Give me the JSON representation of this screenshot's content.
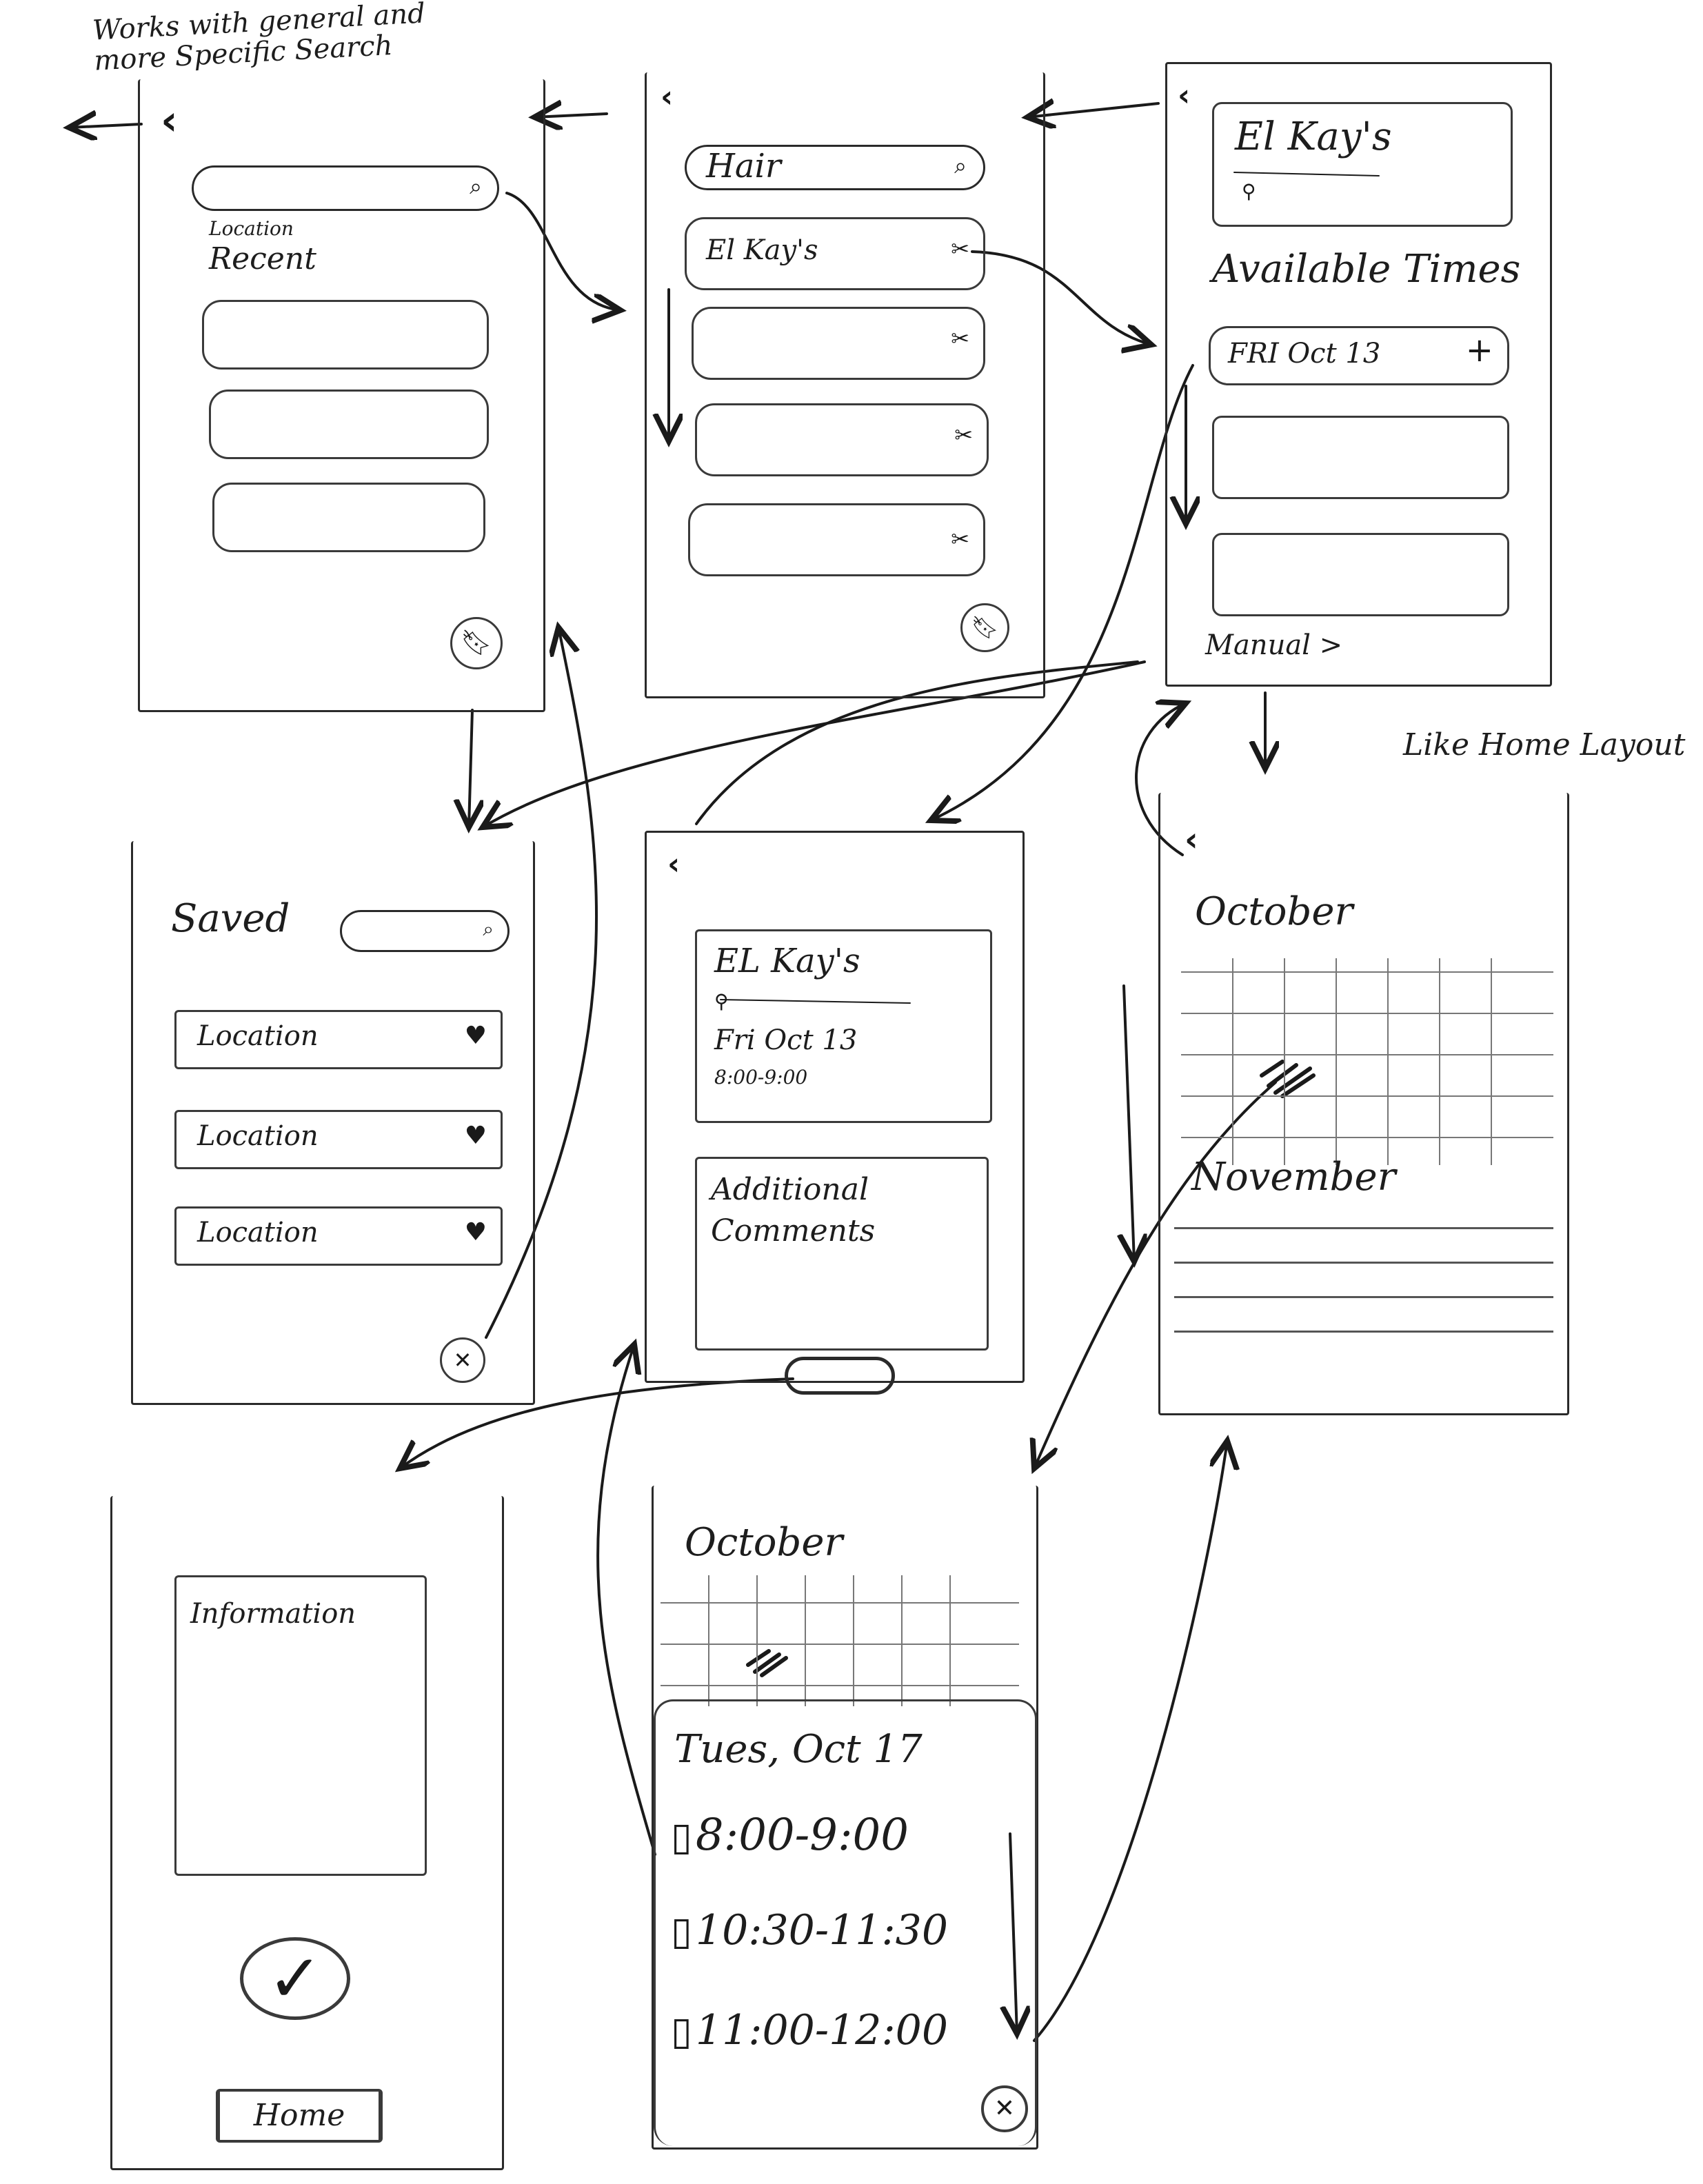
{
  "note_top_left": [
    "Works with general and",
    "more Specific Search"
  ],
  "note_right": "Like Home Layout",
  "screen_search": {
    "location_label": "Location",
    "recent_label": "Recent"
  },
  "screen_results": {
    "query": "Hair",
    "first_result": "El Kay's"
  },
  "screen_times": {
    "business": "El Kay's",
    "section_title": "Available Times",
    "first_slot": "FRI Oct 13",
    "manual_link": "Manual >"
  },
  "screen_saved": {
    "title": "Saved",
    "items": [
      "Location",
      "Location",
      "Location"
    ]
  },
  "screen_detail": {
    "business": "EL Kay's",
    "date": "Fri Oct 13",
    "time": "8:00-9:00",
    "comments_line1": "Additional",
    "comments_line2": "Comments"
  },
  "screen_calendar": {
    "month1": "October",
    "month2": "November"
  },
  "screen_confirm": {
    "info": "Information",
    "home_button": "Home"
  },
  "screen_timepicker": {
    "month": "October",
    "day": "Tues, Oct 17",
    "slots": [
      "8:00-9:00",
      "10:30-11:30",
      "11:00-12:00"
    ]
  },
  "icons": {
    "search": "search-icon",
    "pin": "pin-icon",
    "scissors": "scissors-icon",
    "bookmark": "bookmark-icon",
    "heart": "heart-icon",
    "close": "close-icon",
    "check": "checkmark-icon",
    "plus": "plus-icon"
  }
}
